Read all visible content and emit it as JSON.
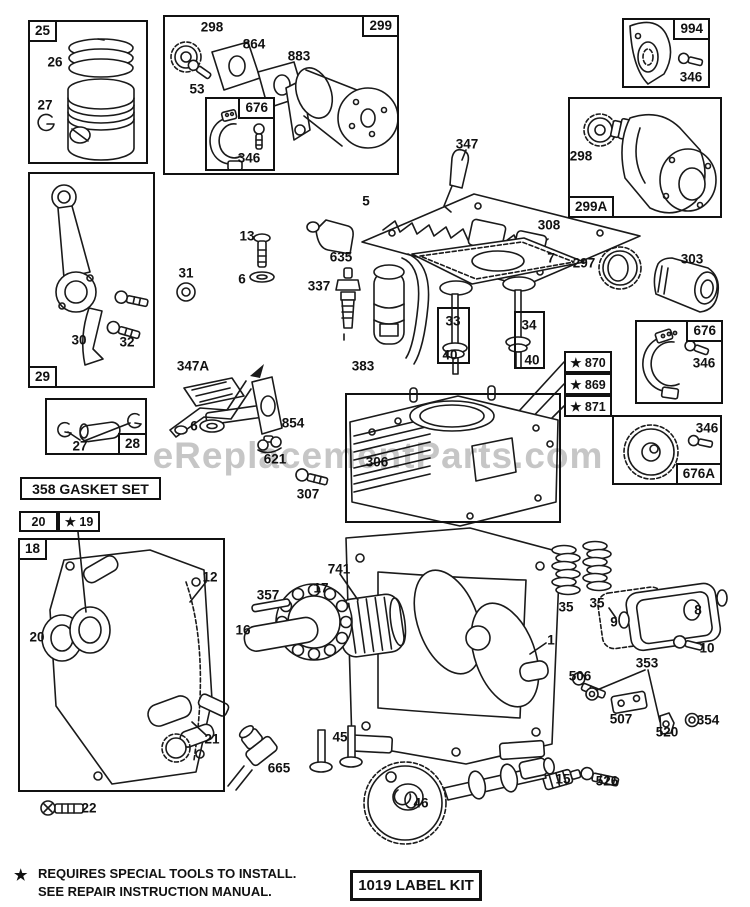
{
  "title": "Engine parts exploded-view diagram",
  "colors": {
    "ink": "#111111",
    "watermark_gray": "#c6c6c6",
    "background": "#ffffff"
  },
  "watermark": "eReplacementParts.com",
  "footnote": {
    "star": "★",
    "line1": "REQUIRES SPECIAL TOOLS TO INSTALL.",
    "line2": "SEE REPAIR INSTRUCTION MANUAL."
  },
  "boxes": {
    "gasket_set": "358 GASKET SET",
    "label_kit": "1019 LABEL KIT"
  },
  "labels": {
    "n1": "1",
    "n5": "5",
    "n6": "6",
    "n7": "7",
    "n8": "8",
    "n9": "9",
    "n10": "10",
    "n12": "12",
    "n13": "13",
    "n15": "15",
    "n16": "16",
    "n17": "17",
    "n18": "18",
    "n19": "★ 19",
    "n20": "20",
    "n21": "21",
    "n22": "22",
    "n25": "25",
    "n26": "26",
    "n27": "27",
    "n28": "28",
    "n29": "29",
    "n30": "30",
    "n31": "31",
    "n32": "32",
    "n33": "33",
    "n34": "34",
    "n35": "35",
    "n40": "40",
    "n45": "45",
    "n46": "46",
    "n53": "53",
    "n297": "297",
    "n298": "298",
    "n299": "299",
    "n299A": "299A",
    "n303": "303",
    "n306": "306",
    "n307": "307",
    "n308": "308",
    "n337": "337",
    "n346": "346",
    "n347": "347",
    "n347A": "347A",
    "n353": "353",
    "n354": "354",
    "n357": "357",
    "n383": "383",
    "n506": "506",
    "n507": "507",
    "n520": "520",
    "n526": "526",
    "n621": "621",
    "n635": "635",
    "n665": "665",
    "n676": "676",
    "n676A": "676A",
    "n741": "741",
    "n854": "854",
    "n864": "864",
    "n869": "★ 869",
    "n870": "★ 870",
    "n871": "★ 871",
    "n883": "883",
    "n994": "994"
  }
}
